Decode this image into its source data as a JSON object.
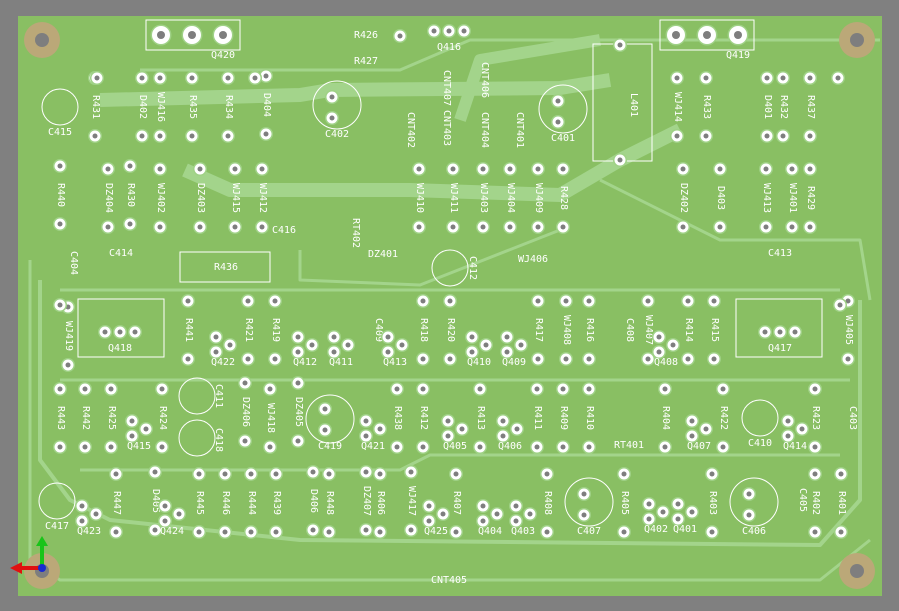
{
  "view": {
    "title": "PCB 3D view",
    "board_color": "#89bf63",
    "trace_color": "#a3d48b",
    "silk_color": "#ffffff",
    "background": "#808080"
  },
  "labels": [
    "Q420",
    "R426",
    "R427",
    "Q416",
    "Q419",
    "L401",
    "C415",
    "R431",
    "D402",
    "WJ416",
    "R435",
    "R434",
    "D404",
    "C402",
    "CNT407",
    "CNT406",
    "CNT402",
    "CNT403",
    "CNT404",
    "CNT401",
    "C401",
    "WJ414",
    "R433",
    "D401",
    "R432",
    "R437",
    "R440",
    "DZ404",
    "R430",
    "WJ402",
    "DZ403",
    "WJ415",
    "WJ412",
    "C416",
    "RT402",
    "WJ410",
    "WJ411",
    "WJ403",
    "WJ404",
    "WJ409",
    "R428",
    "DZ402",
    "D403",
    "WJ413",
    "WJ401",
    "R429",
    "C404",
    "C414",
    "R436",
    "DZ401",
    "C412",
    "WJ406",
    "C413",
    "WJ419",
    "Q418",
    "R441",
    "Q422",
    "R421",
    "R419",
    "Q412",
    "Q411",
    "C409",
    "Q413",
    "R418",
    "R420",
    "Q410",
    "Q409",
    "R417",
    "WJ408",
    "R416",
    "C408",
    "WJ407",
    "Q408",
    "R414",
    "R415",
    "Q417",
    "WJ405",
    "R443",
    "R442",
    "R425",
    "Q415",
    "R424",
    "C411",
    "C418",
    "DZ406",
    "WJ418",
    "DZ405",
    "C419",
    "Q421",
    "R438",
    "R412",
    "Q405",
    "R413",
    "Q406",
    "R411",
    "R409",
    "R410",
    "RT401",
    "R404",
    "Q407",
    "R422",
    "C410",
    "Q414",
    "R423",
    "C403",
    "C417",
    "Q423",
    "R447",
    "D405",
    "Q424",
    "R445",
    "R446",
    "R444",
    "R439",
    "D406",
    "R448",
    "DZ407",
    "R406",
    "WJ417",
    "Q425",
    "R407",
    "Q404",
    "Q403",
    "R408",
    "C407",
    "R405",
    "Q402",
    "Q401",
    "R403",
    "C406",
    "C405",
    "R402",
    "R401",
    "CNT405"
  ]
}
